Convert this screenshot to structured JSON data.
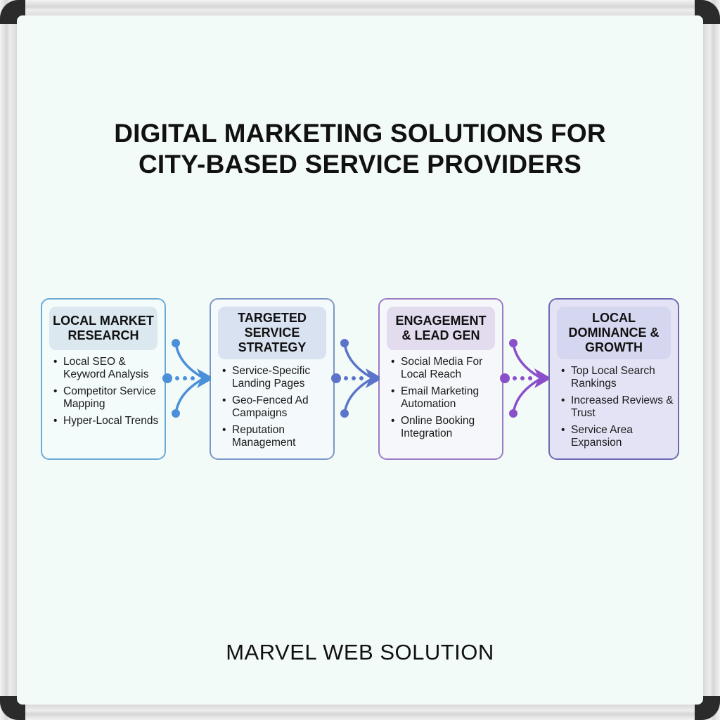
{
  "title": {
    "line1": "DIGITAL MARKETING SOLUTIONS FOR",
    "line2": "CITY-BASED SERVICE PROVIDERS"
  },
  "stages": [
    {
      "heading": [
        "LOCAL MARKET",
        "RESEARCH"
      ],
      "color": "#5a9fd0",
      "items": [
        "Local SEO & Keyword Analysis",
        "Competitor Service Mapping",
        "Hyper-Local Trends"
      ]
    },
    {
      "heading": [
        "TARGETED",
        "SERVICE",
        "STRATEGY"
      ],
      "color": "#6b8fc4",
      "items": [
        "Service-Specific Landing Pages",
        "Geo-Fenced Ad Campaigns",
        "Reputation Management"
      ]
    },
    {
      "heading": [
        "ENGAGEMENT",
        "& LEAD GEN"
      ],
      "color": "#8c6bbf",
      "items": [
        "Social Media For Local Reach",
        "Email Marketing Automation",
        "Online Booking Integration"
      ]
    },
    {
      "heading": [
        "LOCAL",
        "DOMINANCE &",
        "GROWTH"
      ],
      "color": "#6a64b0",
      "items": [
        "Top Local Search Rankings",
        "Increased Reviews & Trust",
        "Service Area Expansion"
      ]
    }
  ],
  "arrows": [
    {
      "color": "#4a90d9"
    },
    {
      "color": "#5b74c9"
    },
    {
      "color": "#8b4fc9"
    }
  ],
  "footer": "MARVEL WEB SOLUTION"
}
